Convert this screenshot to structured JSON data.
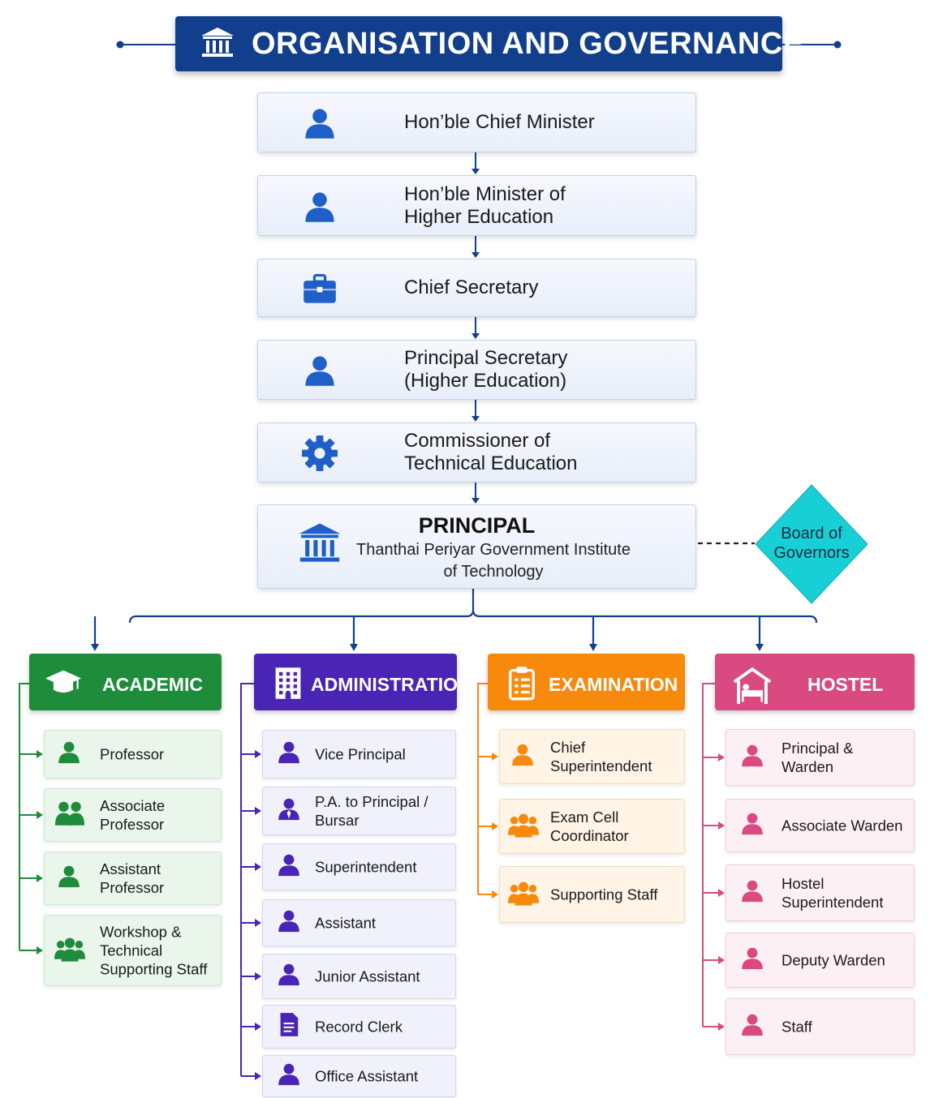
{
  "header": {
    "title": "ORGANISATION AND GOVERNANCE",
    "icon": "institution-icon"
  },
  "chain": [
    {
      "label": "Hon’ble Chief Minister",
      "icon": "person-icon"
    },
    {
      "label": "Hon’ble Minister of\nHigher Education",
      "icon": "person-icon"
    },
    {
      "label": "Chief Secretary",
      "icon": "briefcase-icon"
    },
    {
      "label": "Principal Secretary\n(Higher Education)",
      "icon": "person-icon"
    },
    {
      "label": "Commissioner of\nTechnical Education",
      "icon": "gear-icon"
    }
  ],
  "principal": {
    "title": "PRINCIPAL",
    "subtitle": "Thanthai Periyar Government Institute\nof Technology",
    "icon": "institution-icon"
  },
  "board": {
    "label": "Board of\nGovernors"
  },
  "colors": {
    "navy": "#123f8c",
    "chain_icon": "#1f5fc7",
    "academic": "#1e8c3a",
    "administration": "#4a24b4",
    "examination": "#f78a0c",
    "hostel": "#d84a80",
    "board": "#19cfd6"
  },
  "departments": [
    {
      "name": "ACADEMIC",
      "icon": "graduation-cap-icon",
      "roles": [
        {
          "label": "Professor",
          "icon": "person-icon"
        },
        {
          "label": "Associate\nProfessor",
          "icon": "people-icon"
        },
        {
          "label": "Assistant\nProfessor",
          "icon": "person-icon"
        },
        {
          "label": "Workshop &\nTechnical\nSupporting Staff",
          "icon": "group-icon"
        }
      ]
    },
    {
      "name": "ADMINISTRATION",
      "icon": "office-building-icon",
      "roles": [
        {
          "label": "Vice Principal",
          "icon": "person-icon"
        },
        {
          "label": "P.A. to Principal /\nBursar",
          "icon": "person-tie-icon"
        },
        {
          "label": "Superintendent",
          "icon": "person-icon"
        },
        {
          "label": "Assistant",
          "icon": "person-icon"
        },
        {
          "label": "Junior Assistant",
          "icon": "person-icon"
        },
        {
          "label": "Record Clerk",
          "icon": "document-icon"
        },
        {
          "label": "Office Assistant",
          "icon": "person-icon"
        }
      ]
    },
    {
      "name": "EXAMINATION",
      "icon": "clipboard-icon",
      "roles": [
        {
          "label": "Chief\nSuperintendent",
          "icon": "person-icon"
        },
        {
          "label": "Exam Cell\nCoordinator",
          "icon": "group-icon"
        },
        {
          "label": "Supporting Staff",
          "icon": "group-icon"
        }
      ]
    },
    {
      "name": "HOSTEL",
      "icon": "bed-icon",
      "roles": [
        {
          "label": "Principal &\nWarden",
          "icon": "person-icon"
        },
        {
          "label": "Associate Warden",
          "icon": "person-icon"
        },
        {
          "label": "Hostel\nSuperintendent",
          "icon": "person-icon"
        },
        {
          "label": "Deputy Warden",
          "icon": "person-icon"
        },
        {
          "label": "Staff",
          "icon": "person-icon"
        }
      ]
    }
  ]
}
